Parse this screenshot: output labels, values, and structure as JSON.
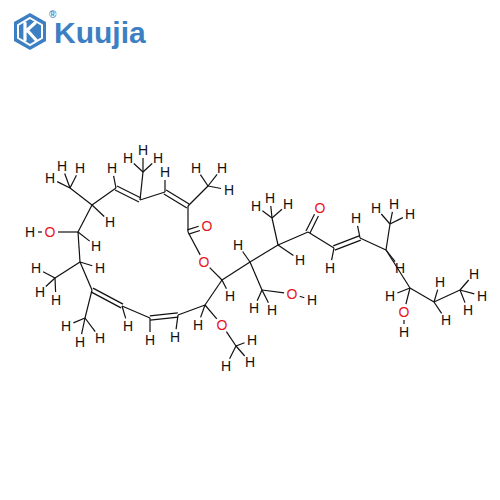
{
  "diagram": {
    "labels": [
      "Kuujia",
      "®",
      "O",
      "O",
      "H",
      "H",
      "H",
      "H",
      "H",
      "H",
      "H",
      "H",
      "H",
      "H",
      "H",
      "H",
      "O",
      "H",
      "H",
      "H",
      "H",
      "H",
      "H",
      "H",
      "H",
      "H",
      "H",
      "H",
      "H",
      "H",
      "O",
      "H",
      "H",
      "H",
      "H",
      "H",
      "H",
      "H",
      "O",
      "H",
      "H",
      "H",
      "H",
      "H",
      "O",
      "H",
      "H",
      "H",
      "H",
      "H",
      "H",
      "O",
      "H",
      "H",
      "H",
      "H",
      "H",
      "H",
      "H"
    ]
  }
}
